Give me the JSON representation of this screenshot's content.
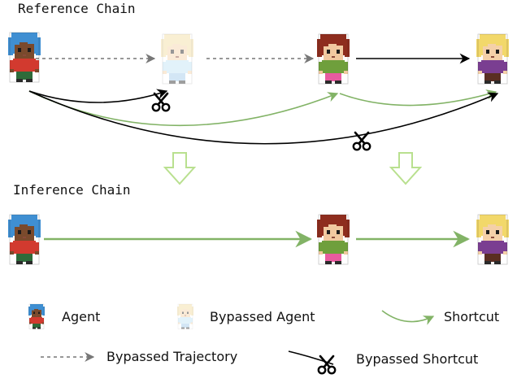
{
  "reference_chain": {
    "title": "Reference Chain"
  },
  "inference_chain": {
    "title": "Inference Chain"
  },
  "legend": {
    "agent": "Agent",
    "bypassed_agent": "Bypassed Agent",
    "shortcut": "Shortcut",
    "bypassed_trajectory": "Bypassed Trajectory",
    "bypassed_shortcut": "Bypassed Shortcut"
  },
  "characters": {
    "blue_haired_agent": {
      "hair": "#3f8fd2",
      "skin": "#7a4a2c",
      "shirt": "#d23a2f",
      "pants": "#2e6b3a"
    },
    "blonde_agent": {
      "hair": "#f3dca0",
      "skin": "#f4d1a8",
      "shirt": "#bfe3f6",
      "pants": "#9fc9ea",
      "faded": true
    },
    "red_haired_agent": {
      "hair": "#8e2d1e",
      "skin": "#f1c9a0",
      "shirt": "#6f9f3c",
      "pants": "#e85b9f"
    },
    "yellow_haired_agent": {
      "hair": "#f2d86a",
      "skin": "#f4d0a8",
      "shirt": "#7a3e91",
      "pants": "#5a2e22"
    }
  },
  "colors": {
    "shortcut": "#82b366",
    "bypassed_trajectory": "#777777",
    "bypassed_shortcut": "#000000",
    "transition_arrow": "#b9e08f"
  }
}
